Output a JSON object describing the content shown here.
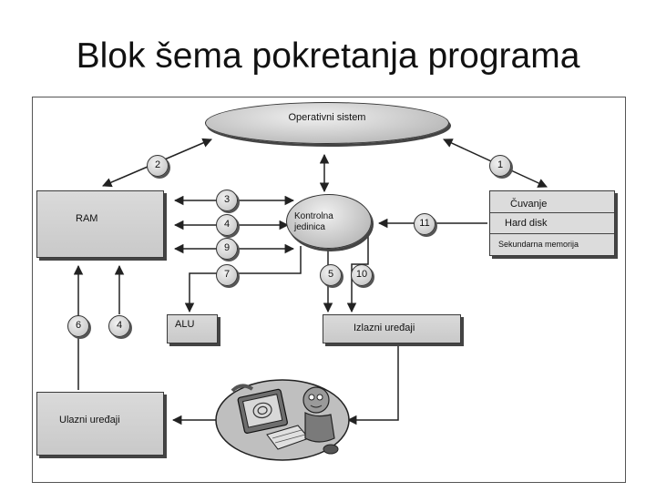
{
  "slide": {
    "title": "Blok šema pokretanja programa"
  },
  "diagram": {
    "operating_system": "Operativni sistem",
    "control_unit": "Kontrolna jedinica",
    "ram": "RAM",
    "alu": "ALU",
    "storage_title": "Čuvanje",
    "storage_device": "Hard disk",
    "storage_subtitle": "Sekundarna memorija",
    "output_devices": "Izlazni uređaji",
    "input_devices": "Ulazni uređaji",
    "steps": [
      "1",
      "2",
      "3",
      "4",
      "5",
      "6",
      "7",
      "9",
      "10",
      "11"
    ]
  }
}
